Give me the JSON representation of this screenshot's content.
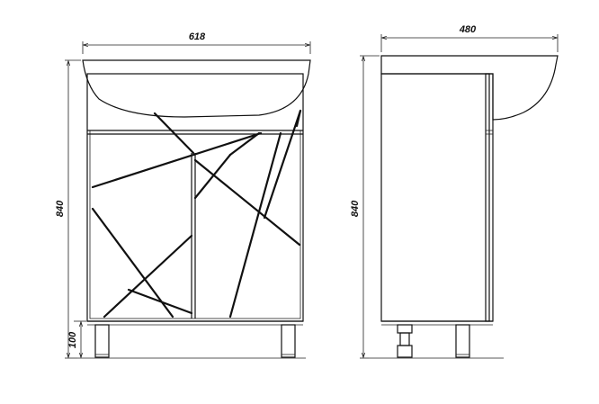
{
  "dimensions": {
    "front_width": "618",
    "side_depth": "480",
    "front_height": "840",
    "side_height": "840",
    "leg_height": "100"
  }
}
